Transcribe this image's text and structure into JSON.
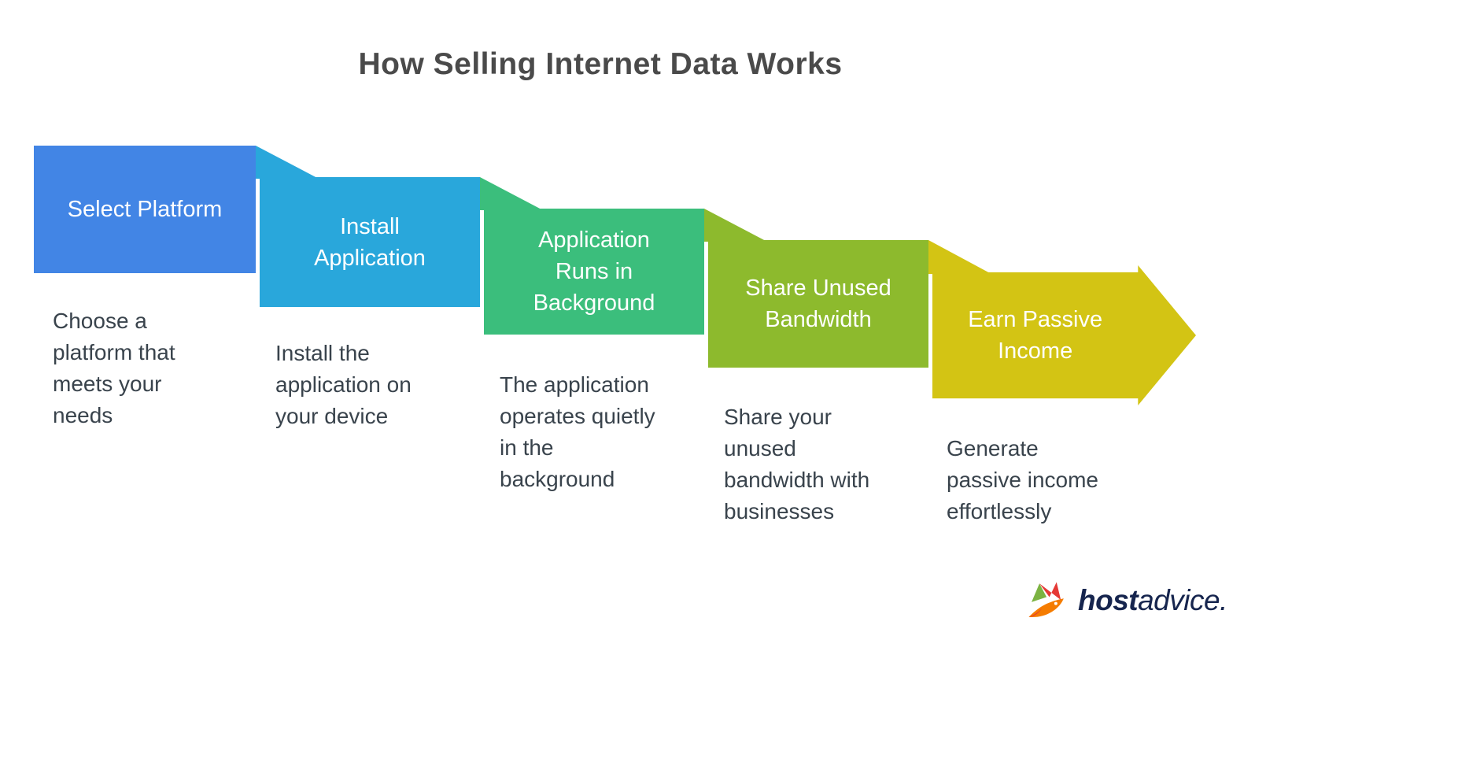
{
  "title": "How Selling Internet Data Works",
  "steps": [
    {
      "title": "Select Platform",
      "description": "Choose a platform that meets your needs",
      "color": "#4285e5"
    },
    {
      "title": "Install Application",
      "description": "Install the application on your device",
      "color": "#29a7db"
    },
    {
      "title": "Application Runs in Background",
      "description": "The application operates quietly in the background",
      "color": "#3bbe7c"
    },
    {
      "title": "Share Unused Bandwidth",
      "description": "Share your unused bandwidth with businesses",
      "color": "#8dba2d"
    },
    {
      "title": "Earn Passive Income",
      "description": "Generate passive income effortlessly",
      "color": "#d3c414"
    }
  ],
  "logo": {
    "icon": "fox-icon",
    "brand_bold": "host",
    "brand_regular": "advice."
  },
  "palette": {
    "background": "#ffffff",
    "title_text": "#4a4a4a",
    "description_text": "#39434c",
    "banner_text": "#ffffff",
    "logo_text": "#16254e",
    "logo_orange": "#f57c00",
    "logo_red": "#e53935",
    "logo_green": "#7cb342"
  }
}
